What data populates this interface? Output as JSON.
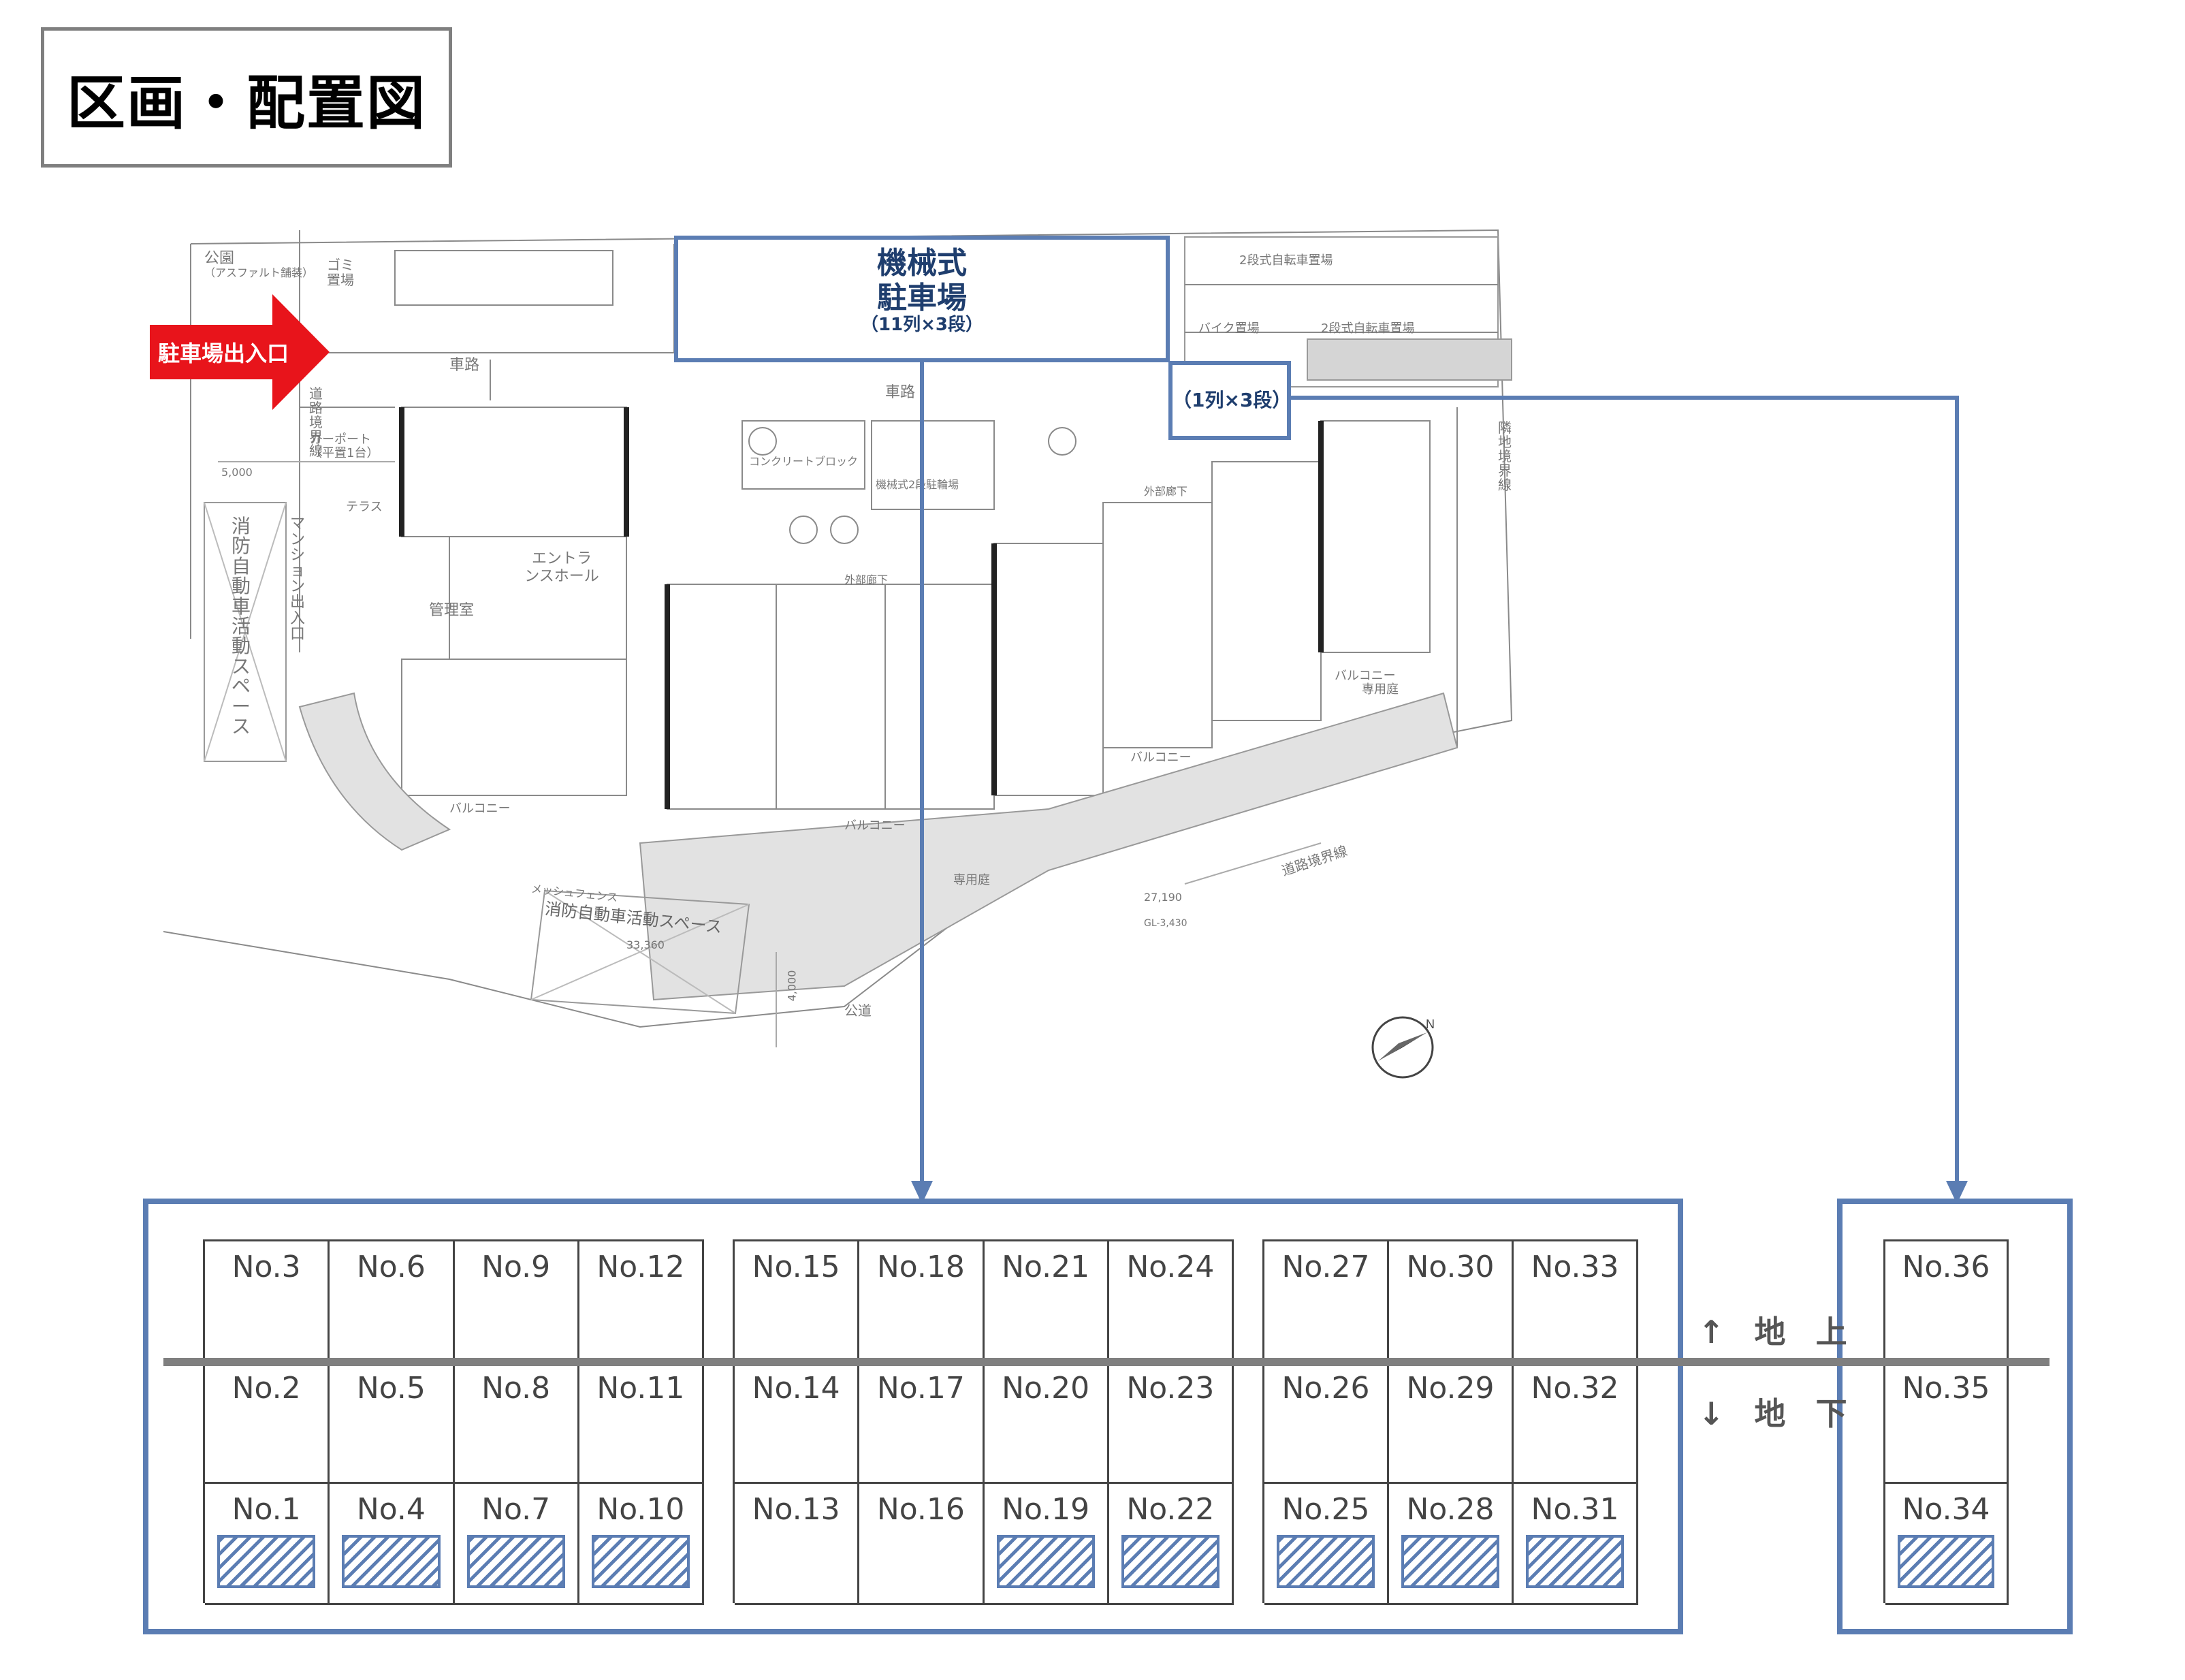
{
  "title": "区画・配置図",
  "colors": {
    "accent_blue": "#5b7db3",
    "dark_blue_text": "#1f3e6e",
    "arrow_red": "#e8141b",
    "ground_line": "#7f7f7f"
  },
  "site_plan": {
    "entrance_label": "駐車場出入口",
    "mech_parking": {
      "line1": "機械式",
      "line2": "駐車場",
      "sub": "（11列×3段）"
    },
    "single_column": "（1列×3段）",
    "compass_icon": "north-arrow-icon",
    "labels": {
      "park": "公園",
      "park_sub": "（アスファルト舗装）",
      "garbage": "ゴミ置場",
      "road": "車路",
      "road_boundary": "道路境界線",
      "carport": "カーポート",
      "carport_sub": "（平置1台）",
      "terrace": "テラス",
      "fire_space": "消防自動車活動スペース",
      "mansion_entrance": "マンション出入口",
      "entrance_hall": "エントランスホール",
      "management": "管理室",
      "balcony": "バルコニー",
      "private_garden": "専用庭",
      "concrete_block": "コンクリートブロック",
      "mech_bike": "機械式2段駐輪場",
      "public_road": "公道",
      "outer_corridor": "外部廊下",
      "bike_parking_2": "2段式自転車置場",
      "motorbike": "バイク置場",
      "neighbor_boundary": "隣地境界線",
      "mesh_fence": "メッシュフェンス",
      "dim_5000": "5,000",
      "dim_4000": "4,000",
      "dim_33360": "33,360",
      "dim_27190": "27,190",
      "gl_label": "GL-3,430"
    }
  },
  "parking_groups": [
    {
      "above": [
        "No.3",
        "No.6",
        "No.9",
        "No.12"
      ],
      "middle": [
        "No.2",
        "No.5",
        "No.8",
        "No.11"
      ],
      "bottom": [
        "No.1",
        "No.4",
        "No.7",
        "No.10"
      ],
      "hatched": [
        true,
        true,
        true,
        true
      ]
    },
    {
      "above": [
        "No.15",
        "No.18",
        "No.21",
        "No.24"
      ],
      "middle": [
        "No.14",
        "No.17",
        "No.20",
        "No.23"
      ],
      "bottom": [
        "No.13",
        "No.16",
        "No.19",
        "No.22"
      ],
      "hatched": [
        false,
        false,
        true,
        true
      ]
    },
    {
      "above": [
        "No.27",
        "No.30",
        "No.33"
      ],
      "middle": [
        "No.26",
        "No.29",
        "No.32"
      ],
      "bottom": [
        "No.25",
        "No.28",
        "No.31"
      ],
      "hatched": [
        true,
        true,
        true
      ]
    }
  ],
  "single_group": {
    "above": [
      "No.36"
    ],
    "middle": [
      "No.35"
    ],
    "bottom": [
      "No.34"
    ],
    "hatched": [
      true
    ]
  },
  "levels": {
    "above": "↑ 地 上",
    "below": "↓ 地 下"
  }
}
